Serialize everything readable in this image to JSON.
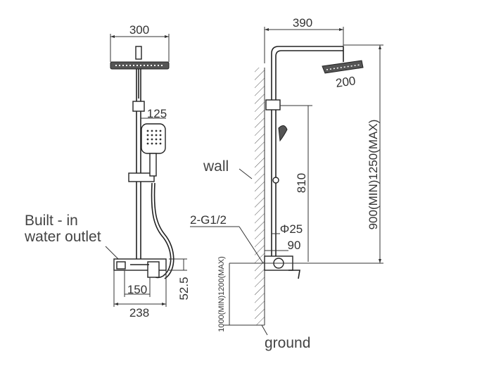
{
  "front_view": {
    "dims": {
      "head_width": "300",
      "handshower_width": "125",
      "valve_inner": "150",
      "valve_width": "238",
      "valve_height": "52.5"
    },
    "labels": {
      "outlet_line1": "Built - in",
      "outlet_line2": "water outlet"
    }
  },
  "side_view": {
    "dims": {
      "arm_length": "390",
      "head_diameter": "200",
      "height_range": "900(MIN)1250(MAX)",
      "bracket_height": "810",
      "pipe_diameter": "Φ25",
      "wall_offset": "90",
      "thread": "2-G1/2",
      "floor_height": "1000(MIN)1200(MAX)"
    },
    "labels": {
      "wall": "wall",
      "ground": "ground"
    }
  }
}
